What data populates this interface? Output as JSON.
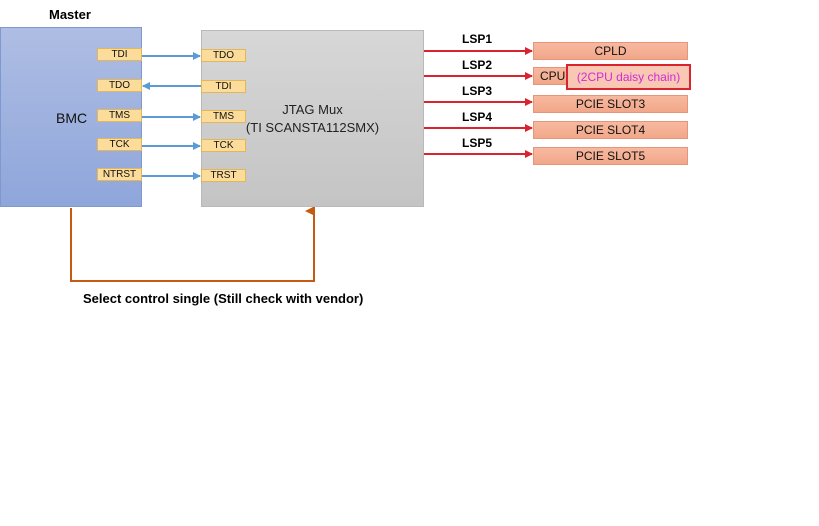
{
  "master_label": "Master",
  "bmc": {
    "label": "BMC"
  },
  "mux": {
    "line1": "JTAG Mux",
    "line2": "(TI SCANSTA112SMX)"
  },
  "bmc_pins": [
    "TDI",
    "TDO",
    "TMS",
    "TCK",
    "NTRST"
  ],
  "mux_pins": [
    "TDO",
    "TDI",
    "TMS",
    "TCK",
    "TRST"
  ],
  "lsp_labels": [
    "LSP1",
    "LSP2",
    "LSP3",
    "LSP4",
    "LSP5"
  ],
  "targets": {
    "cpld": "CPLD",
    "cpu": "CPU",
    "cpu_note": "(2CPU daisy chain)",
    "slot3": "PCIE SLOT3",
    "slot4": "PCIE SLOT4",
    "slot5": "PCIE SLOT5"
  },
  "select_control_label": "Select control single (Still check with vendor)",
  "colors": {
    "jtag_link": "#5b9bd5",
    "lsp_link": "#d9232f",
    "select_link": "#c55a11",
    "note_text": "#d42ad6"
  }
}
